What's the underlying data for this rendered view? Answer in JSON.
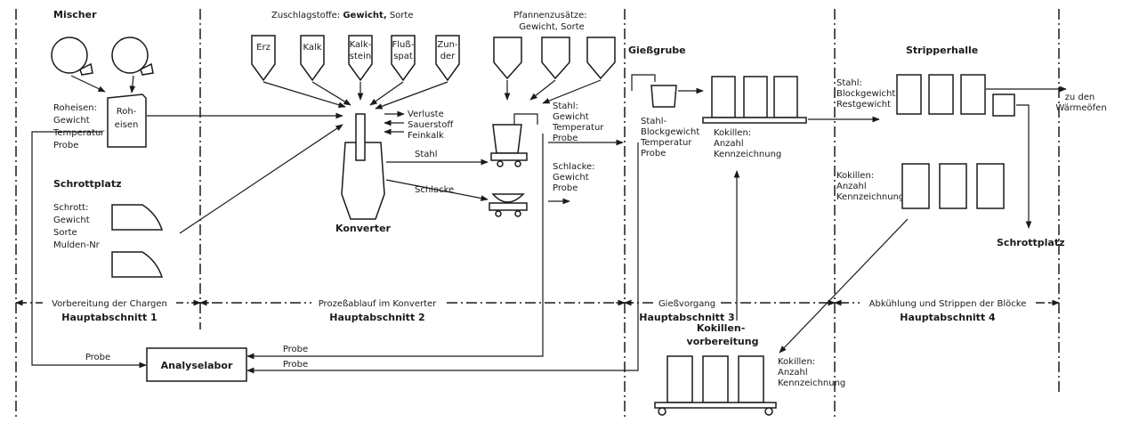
{
  "labels": {
    "mischer": "Mischer",
    "roheisen_info": [
      "Roheisen:",
      "Gewicht",
      "Temperatur",
      "Probe"
    ],
    "roheisen_box": [
      "Roh-",
      "eisen"
    ],
    "schrottplatz": "Schrottplatz",
    "schrott_info": [
      "Schrott:",
      "Gewicht",
      "Sorte",
      "Mulden-Nr"
    ],
    "zuschlag_title": "Zuschlagstoffe:",
    "zuschlag_title_bold": "Gewicht,",
    "zuschlag_title_end": "Sorte",
    "zuschlag_items": [
      [
        "Erz"
      ],
      [
        "Kalk"
      ],
      [
        "Kalk-",
        "stein"
      ],
      [
        "Fluß-",
        "spat"
      ],
      [
        "Zun-",
        "der"
      ]
    ],
    "verluste": [
      "Verluste",
      "Sauerstoff",
      "Feinkalk"
    ],
    "konverter": "Konverter",
    "stahl": "Stahl",
    "schlacke": "Schlacke",
    "pfannen_title": [
      "Pfannenzusätze:",
      "Gewicht, Sorte"
    ],
    "stahl_info": [
      "Stahl:",
      "Gewicht",
      "Temperatur",
      "Probe"
    ],
    "schlacke_info": [
      "Schlacke:",
      "Gewicht",
      "Probe"
    ],
    "giessgrube": "Gießgrube",
    "giess_info": [
      "Stahl-",
      "Blockgewicht",
      "Temperatur",
      "Probe"
    ],
    "kokillen_info_1": [
      "Kokillen:",
      "Anzahl",
      "Kennzeichnung"
    ],
    "stripperhalle": "Stripperhalle",
    "strip_info": [
      "Stahl:",
      "Blockgewicht",
      "Restgewicht"
    ],
    "waermeofen": [
      "zu den",
      "Wärmeöfen"
    ],
    "kokillen_info_2": [
      "Kokillen:",
      "Anzahl",
      "Kennzeichnung"
    ],
    "schrottplatz_2": "Schrottplatz",
    "phase_1": "Vorbereitung der Chargen",
    "phase_1_bold": "Hauptabschnitt 1",
    "phase_2": "Prozeßablauf im Konverter",
    "phase_2_bold": "Hauptabschnitt 2",
    "phase_3": "Gießvorgang",
    "phase_3_bold": "Hauptabschnitt 3",
    "phase_4": "Abkühlung und Strippen der Blöcke",
    "phase_4_bold": "Hauptabschnitt 4",
    "kok_vorb": [
      "Kokillen-",
      "vorbereitung"
    ],
    "kokillen_info_3": [
      "Kokillen:",
      "Anzahl",
      "Kennzeichnung"
    ],
    "analyselabor": "Analyselabor",
    "probe_1": "Probe",
    "probe_2": "Probe",
    "probe_3": "Probe"
  }
}
